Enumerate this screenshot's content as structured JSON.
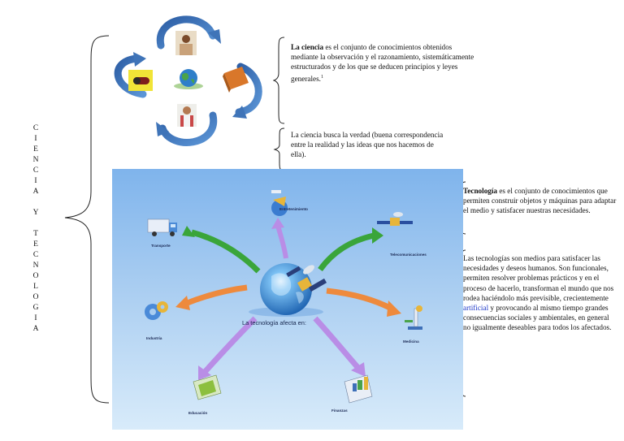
{
  "vertical_title": [
    "C",
    "I",
    "E",
    "N",
    "C",
    "I",
    "A",
    "",
    "Y",
    "",
    "T",
    "E",
    "C",
    "N",
    "O",
    "L",
    "O",
    "G",
    "I",
    "A"
  ],
  "science_block": {
    "term": "La ciencia",
    "text": " es el conjunto de conocimientos obtenidos mediante la observación y el razonamiento, sistemáticamente estructurados y de los que se deducen principios y leyes generales.",
    "footnote": "1"
  },
  "truth_block": {
    "text": "La ciencia busca la verdad (buena correspondencia entre la realidad y las ideas que nos hacemos de ella)."
  },
  "technology_block": {
    "term": "Tecnología",
    "text": " es el conjunto de conocimientos que permiten construir objetos y máquinas para adaptar el medio y satisfacer nuestras necesidades."
  },
  "means_block": {
    "text_before": "Las tecnologías son medios para satisfacer las necesidades y deseos humanos. Son funcionales, permiten resolver problemas prácticos y en el proceso de hacerlo, transforman el mundo que nos rodea haciéndolo más previsible, crecientemente ",
    "link_text": "artificial",
    "text_after": " y provocando al mismo tiempo grandes consecuencias sociales y ambientales, en general no igualmente deseables para todos los afectados."
  },
  "diagram": {
    "center_caption": "La tecnología afecta en:",
    "labels": {
      "entertainment": "Entretenimiento",
      "transport": "Transporte",
      "telecom": "Telecomunicaciones",
      "industry": "Industria",
      "medicine": "Medicina",
      "education": "Educación",
      "finance": "Finanzas"
    }
  },
  "colors": {
    "arrow_green": "#3aa53a",
    "arrow_orange": "#ee8a3d",
    "arrow_purple": "#b98de6",
    "cycle_blue": "#3f74b8",
    "panel_top": "#7fb4ec"
  }
}
